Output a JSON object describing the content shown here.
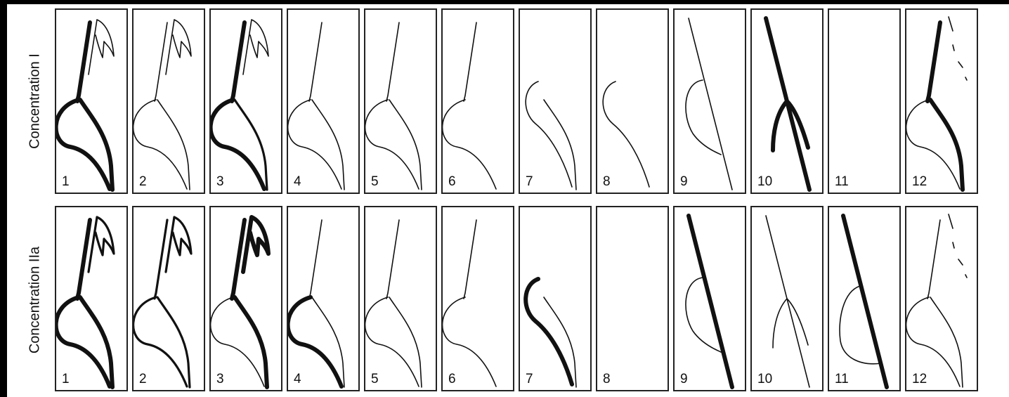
{
  "rows": [
    {
      "label": "Concentration I",
      "panels": [
        {
          "number": "1",
          "strokes": {
            "neck": "heavy",
            "cap": "thin",
            "belly": "heavy",
            "tail": "heavy"
          }
        },
        {
          "number": "2",
          "strokes": {
            "neck": "thin",
            "cap": "thin",
            "belly": "thin",
            "tail": "thin"
          }
        },
        {
          "number": "3",
          "strokes": {
            "neck": "heavy",
            "cap": "thin",
            "belly": "heavy",
            "tail": "medium"
          }
        },
        {
          "number": "4",
          "strokes": {
            "neck": "thin",
            "belly": "thin",
            "tail": "thin"
          }
        },
        {
          "number": "5",
          "strokes": {
            "neck": "thin",
            "belly": "thin",
            "tail": "thin"
          }
        },
        {
          "number": "6",
          "strokes": {
            "neck": "thin",
            "belly": "thin"
          }
        },
        {
          "number": "7",
          "strokes": {
            "head": "thin",
            "tail": "thin"
          }
        },
        {
          "number": "8",
          "strokes": {
            "head": "thin"
          }
        },
        {
          "number": "9",
          "strokes": {
            "diag": "thin",
            "loop": "thin"
          }
        },
        {
          "number": "10",
          "strokes": {
            "diag": "heavy",
            "branch": "heavy"
          }
        },
        {
          "number": "11",
          "strokes": {}
        },
        {
          "number": "12",
          "strokes": {
            "neck": "heavy",
            "belly": "thin",
            "tail": "heavy",
            "dash": "thin"
          }
        }
      ]
    },
    {
      "label": "Concentration IIa",
      "panels": [
        {
          "number": "1",
          "strokes": {
            "neck": "heavy",
            "cap": "medium",
            "belly": "heavy",
            "tail": "heavy"
          }
        },
        {
          "number": "2",
          "strokes": {
            "neck": "medium",
            "cap": "medium",
            "belly": "medium",
            "tail": "medium"
          }
        },
        {
          "number": "3",
          "strokes": {
            "neck": "heavy",
            "cap": "heavy",
            "belly": "thin",
            "tail": "heavy"
          }
        },
        {
          "number": "4",
          "strokes": {
            "neck": "thin",
            "belly": "heavy",
            "tail": "thin"
          }
        },
        {
          "number": "5",
          "strokes": {
            "neck": "thin",
            "belly": "thin",
            "tail": "thin"
          }
        },
        {
          "number": "6",
          "strokes": {
            "neck": "thin",
            "belly": "thin"
          }
        },
        {
          "number": "7",
          "strokes": {
            "head": "heavy",
            "tail": "thin"
          }
        },
        {
          "number": "8",
          "strokes": {}
        },
        {
          "number": "9",
          "strokes": {
            "diag": "heavy",
            "loop": "thin"
          }
        },
        {
          "number": "10",
          "strokes": {
            "diag": "thin",
            "branch": "thin"
          }
        },
        {
          "number": "11",
          "strokes": {
            "diag": "heavy",
            "bigloop": "thin"
          }
        },
        {
          "number": "12",
          "strokes": {
            "neck": "thin",
            "belly": "thin",
            "tail": "thin",
            "dash": "thin"
          }
        }
      ]
    }
  ]
}
